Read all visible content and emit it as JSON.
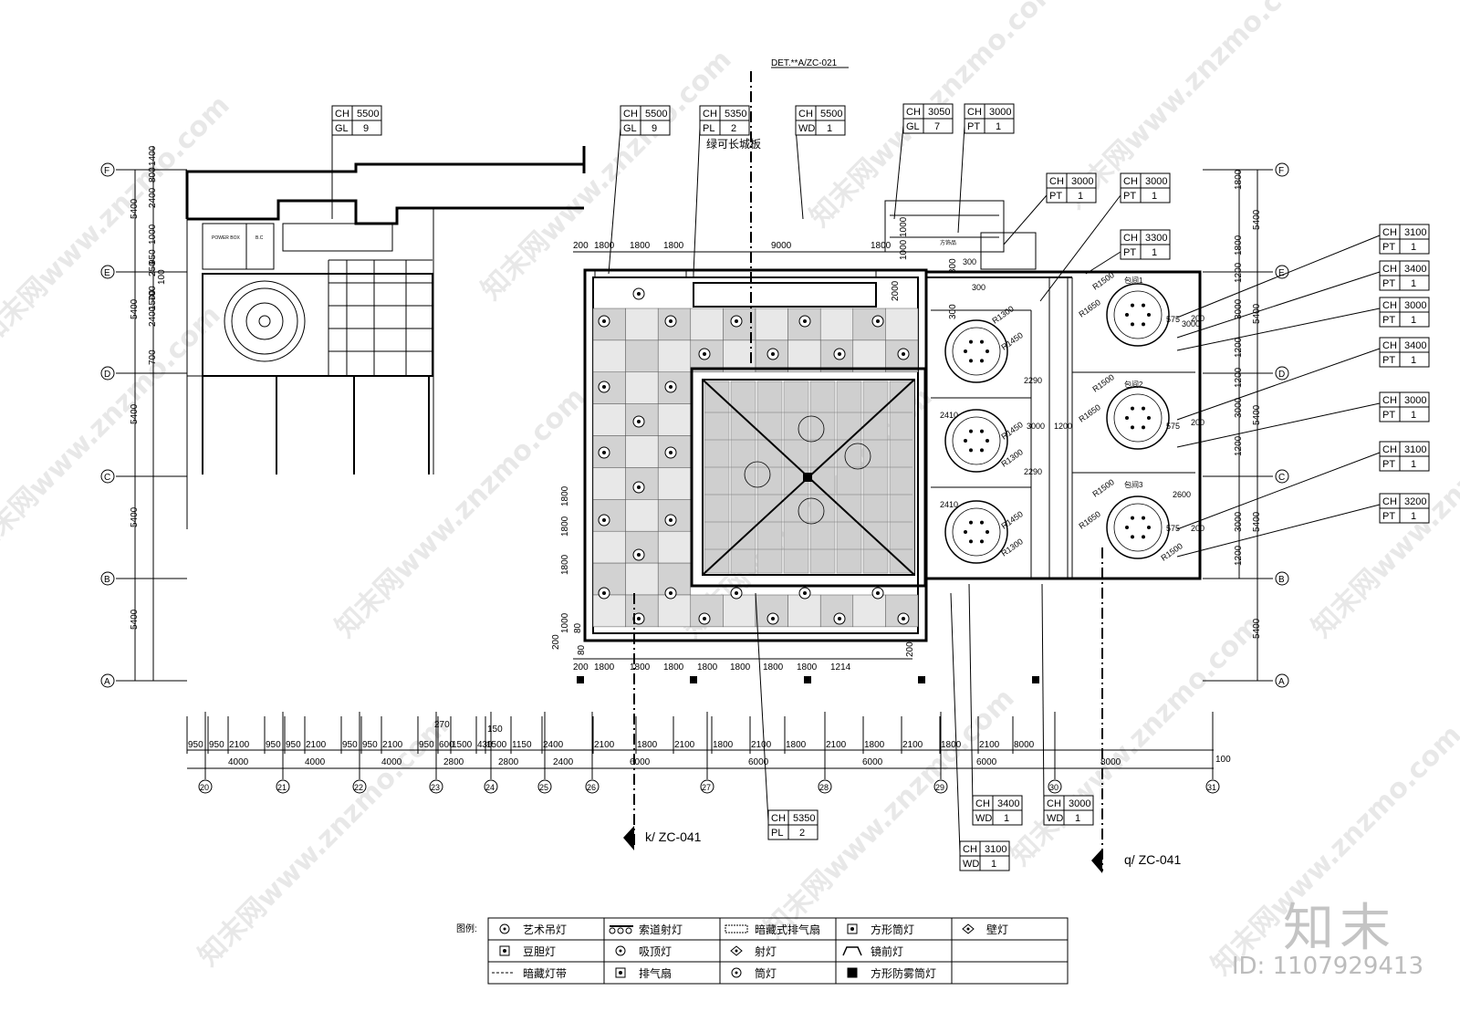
{
  "watermark": {
    "text": "知末网www.znzmo.com",
    "brand": "知末",
    "image_id": "ID: 1107929413"
  },
  "section_marks": {
    "top": "DET.**A/ZC-021",
    "k": "k/ ZC-041",
    "q": "q/ ZC-041"
  },
  "note_label": "绿可长城板",
  "room_labels": [
    "包间1",
    "包间2",
    "包间3"
  ],
  "tags": [
    {
      "k1": "CH",
      "v1": "5500",
      "k2": "GL",
      "v2": "9"
    },
    {
      "k1": "CH",
      "v1": "5500",
      "k2": "GL",
      "v2": "9"
    },
    {
      "k1": "CH",
      "v1": "5350",
      "k2": "PL",
      "v2": "2"
    },
    {
      "k1": "CH",
      "v1": "5500",
      "k2": "WD",
      "v2": "1"
    },
    {
      "k1": "CH",
      "v1": "3050",
      "k2": "GL",
      "v2": "7"
    },
    {
      "k1": "CH",
      "v1": "3000",
      "k2": "PT",
      "v2": "1"
    },
    {
      "k1": "CH",
      "v1": "3000",
      "k2": "PT",
      "v2": "1"
    },
    {
      "k1": "CH",
      "v1": "3000",
      "k2": "PT",
      "v2": "1"
    },
    {
      "k1": "CH",
      "v1": "3300",
      "k2": "PT",
      "v2": "1"
    },
    {
      "k1": "CH",
      "v1": "3100",
      "k2": "PT",
      "v2": "1"
    },
    {
      "k1": "CH",
      "v1": "3400",
      "k2": "PT",
      "v2": "1"
    },
    {
      "k1": "CH",
      "v1": "3000",
      "k2": "PT",
      "v2": "1"
    },
    {
      "k1": "CH",
      "v1": "3400",
      "k2": "PT",
      "v2": "1"
    },
    {
      "k1": "CH",
      "v1": "3000",
      "k2": "PT",
      "v2": "1"
    },
    {
      "k1": "CH",
      "v1": "3100",
      "k2": "PT",
      "v2": "1"
    },
    {
      "k1": "CH",
      "v1": "3200",
      "k2": "PT",
      "v2": "1"
    },
    {
      "k1": "CH",
      "v1": "5350",
      "k2": "PL",
      "v2": "2"
    },
    {
      "k1": "CH",
      "v1": "3400",
      "k2": "WD",
      "v2": "1"
    },
    {
      "k1": "CH",
      "v1": "3000",
      "k2": "WD",
      "v2": "1"
    },
    {
      "k1": "CH",
      "v1": "3100",
      "k2": "WD",
      "v2": "1"
    }
  ],
  "grid_rows": [
    "F",
    "E",
    "D",
    "C",
    "B",
    "A"
  ],
  "grid_cols": [
    "20",
    "21",
    "22",
    "23",
    "24",
    "25",
    "26",
    "27",
    "28",
    "29",
    "30",
    "31"
  ],
  "dims": {
    "bottom_fine": [
      "950",
      "950",
      "2100",
      "950",
      "950",
      "2100",
      "950",
      "950",
      "2100",
      "950",
      "600",
      "1500",
      "430",
      "1500",
      "1150",
      "2400",
      "2100",
      "1800",
      "2100",
      "1800",
      "2100",
      "1800",
      "2100",
      "1800",
      "2100",
      "1800",
      "2100",
      "8000"
    ],
    "bottom_top_small": [
      "270",
      "150"
    ],
    "bottom_main": [
      "4000",
      "4000",
      "4000",
      "2800",
      "2800",
      "2400",
      "6000",
      "6000",
      "6000",
      "6000",
      "8000"
    ],
    "bottom_right_small": "100",
    "left_vertical": [
      "1400",
      "800",
      "2400",
      "5400",
      "1000",
      "950",
      "250",
      "100",
      "700",
      "1500",
      "2400",
      "5400",
      "700",
      "5400",
      "5400",
      "5400"
    ],
    "right_vertical": [
      "1800",
      "5400",
      "1800",
      "1200",
      "3000",
      "5400",
      "1200",
      "1200",
      "3000",
      "5400",
      "1200",
      "3000",
      "5400",
      "1200",
      "5400"
    ],
    "center_top": [
      "200",
      "1800",
      "1800",
      "1800",
      "9000",
      "1800"
    ],
    "center_bottom": [
      "200",
      "1800",
      "1800",
      "1800",
      "1800",
      "1800",
      "1800",
      "1800",
      "1214"
    ],
    "center_left": [
      "1800",
      "1800",
      "1800",
      "1000",
      "80",
      "200"
    ],
    "center_small": [
      "80",
      "300",
      "2000",
      "1000",
      "1000",
      "300",
      "200"
    ],
    "room_radii": [
      "R1500",
      "R1650",
      "R1300",
      "R1450",
      "R1500",
      "R1650",
      "R1450",
      "R1300",
      "R1500",
      "R1650",
      "R1450",
      "R1300",
      "R1500"
    ],
    "room_misc": [
      "2410",
      "2410",
      "2290",
      "2290",
      "3000",
      "1200",
      "3000",
      "575",
      "575",
      "575",
      "200",
      "200",
      "200",
      "300",
      "300",
      "2600"
    ]
  },
  "legend": {
    "title": "图例:",
    "items": [
      [
        "艺术吊灯",
        "索道射灯",
        "暗藏式排气扇",
        "方形筒灯",
        "壁灯"
      ],
      [
        "豆胆灯",
        "吸顶灯",
        "射灯",
        "镜前灯",
        ""
      ],
      [
        "暗藏灯带",
        "排气扇",
        "筒灯",
        "方形防雾筒灯",
        ""
      ]
    ],
    "icons": [
      [
        "pendant-icon",
        "track-spot-icon",
        "hidden-fan-icon",
        "square-downlight-icon",
        "wall-lamp-icon"
      ],
      [
        "bean-lamp-icon",
        "ceiling-lamp-icon",
        "spot-icon",
        "mirror-lamp-icon",
        ""
      ],
      [
        "hidden-strip-icon",
        "exhaust-fan-icon",
        "downlight-icon",
        "antifog-downlight-icon",
        ""
      ]
    ]
  },
  "small_labels": {
    "plan_left_a": "POWER BOX",
    "plan_left_b": "B.C",
    "plan_right_a": "方饰品"
  }
}
